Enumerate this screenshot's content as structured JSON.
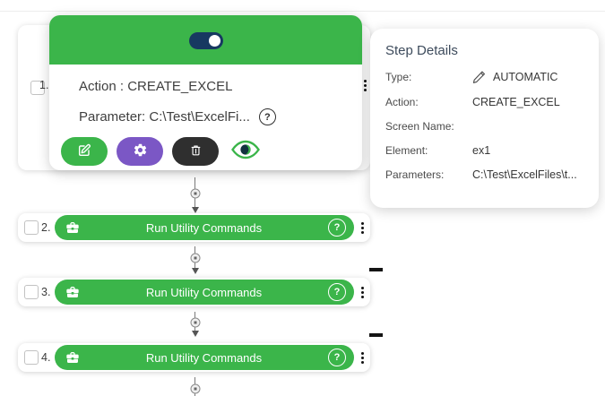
{
  "popup": {
    "toggle_state": "on",
    "action_line": "Action : CREATE_EXCEL",
    "parameter_line": "Parameter: C:\\Test\\ExcelFi...",
    "buttons": [
      "edit",
      "settings",
      "delete",
      "preview"
    ]
  },
  "step_details": {
    "title": "Step Details",
    "fields": [
      {
        "label": "Type:",
        "value": "AUTOMATIC",
        "icon": "pencil-icon"
      },
      {
        "label": "Action:",
        "value": "CREATE_EXCEL"
      },
      {
        "label": "Screen Name:",
        "value": ""
      },
      {
        "label": "Element:",
        "value": "ex1"
      },
      {
        "label": "Parameters:",
        "value": "C:\\Test\\ExcelFiles\\t..."
      }
    ]
  },
  "steps": [
    {
      "number": "1.",
      "checked": false
    },
    {
      "number": "2.",
      "label": "Run Utility Commands",
      "checked": false
    },
    {
      "number": "3.",
      "label": "Run Utility Commands",
      "checked": false
    },
    {
      "number": "4.",
      "label": "Run Utility Commands",
      "checked": false
    }
  ],
  "symbols": {
    "question": "?"
  },
  "colors": {
    "green": "#3bb54a",
    "purple": "#7b57c5",
    "dark_button": "#2f2f2f",
    "toggle_navy": "#173961"
  }
}
